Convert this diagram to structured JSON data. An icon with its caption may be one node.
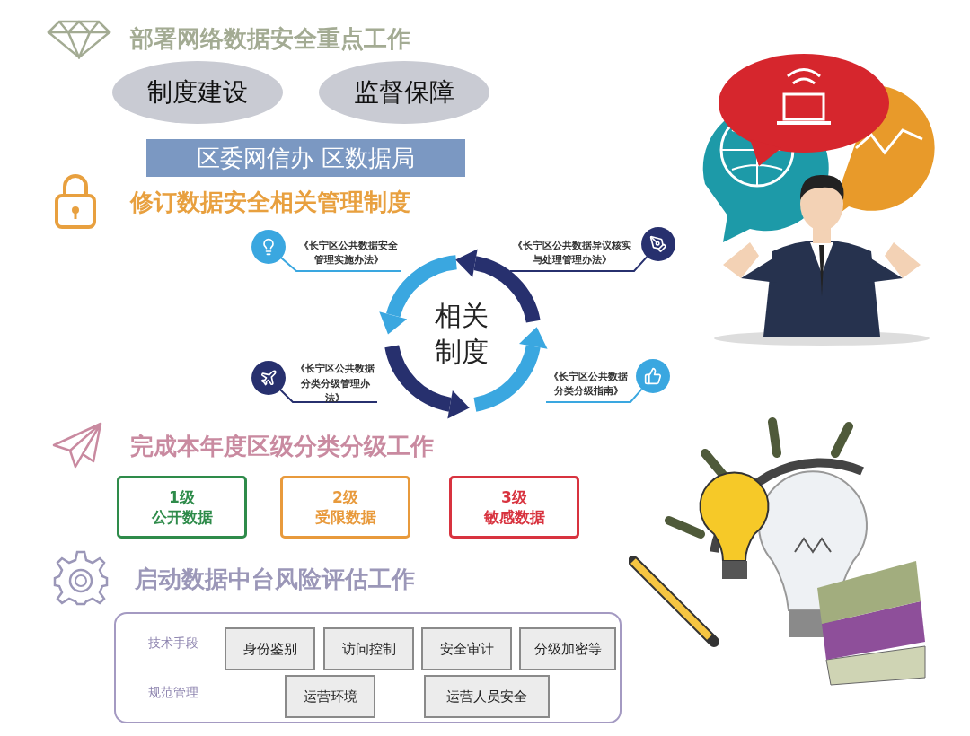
{
  "diagram": {
    "nodes": [
      {
        "text": [
          "制度建设"
        ]
      },
      {
        "text": [
          "监督保障"
        ]
      },
      {
        "text": [
          "区委网信办 区数据局"
        ]
      },
      {
        "text": [
          "相关制度"
        ]
      },
      {
        "text": [],
        "shape": "circle"
      },
      {
        "text": [
          "《长宁区公共数据安全管理实施办法》"
        ]
      },
      {
        "text": [
          "《长宁区公共数据异议核实与处理管理办法》"
        ]
      },
      {
        "text": [],
        "shape": "circle"
      },
      {
        "text": [],
        "shape": "circle"
      },
      {
        "text": [
          "《长宁区公共数据分类分级管理办法》"
        ]
      },
      {
        "text": [
          "《长宁区公共数据分类分级指南》"
        ]
      },
      {
        "text": [],
        "shape": "circle"
      },
      {
        "text": [
          "1级",
          "公开数据"
        ]
      },
      {
        "text": [
          "2级",
          "受限数据"
        ]
      },
      {
        "text": [
          "3级",
          "敏感数据"
        ]
      },
      {
        "text": [],
        "shape": "box"
      },
      {
        "text": [
          "身份鉴别"
        ],
        "in": 15
      },
      {
        "text": [
          "访问控制"
        ],
        "in": 15
      },
      {
        "text": [
          "安全审计"
        ],
        "in": 15
      },
      {
        "text": [
          "分级加密等"
        ],
        "in": 15
      },
      {
        "text": [
          "运营环境"
        ],
        "in": 15
      },
      {
        "text": [
          "运营人员安全"
        ],
        "in": 15
      }
    ],
    "edges": [
      {
        "from": 4,
        "to": 5,
        "arrow": "none"
      },
      {
        "from": 7,
        "to": 6,
        "arrow": "none",
        "color": "#27306e"
      },
      {
        "from": 8,
        "to": 9,
        "arrow": "none",
        "color": "#27306e"
      },
      {
        "from": 11,
        "to": 10,
        "arrow": "none"
      }
    ],
    "labels": [
      "部署网络数据安全重点工作",
      "修订数据安全相关管理制度",
      "完成本年度区级分类分级工作",
      "启动数据中台风险评估工作",
      "技术手段",
      "规范管理"
    ]
  }
}
